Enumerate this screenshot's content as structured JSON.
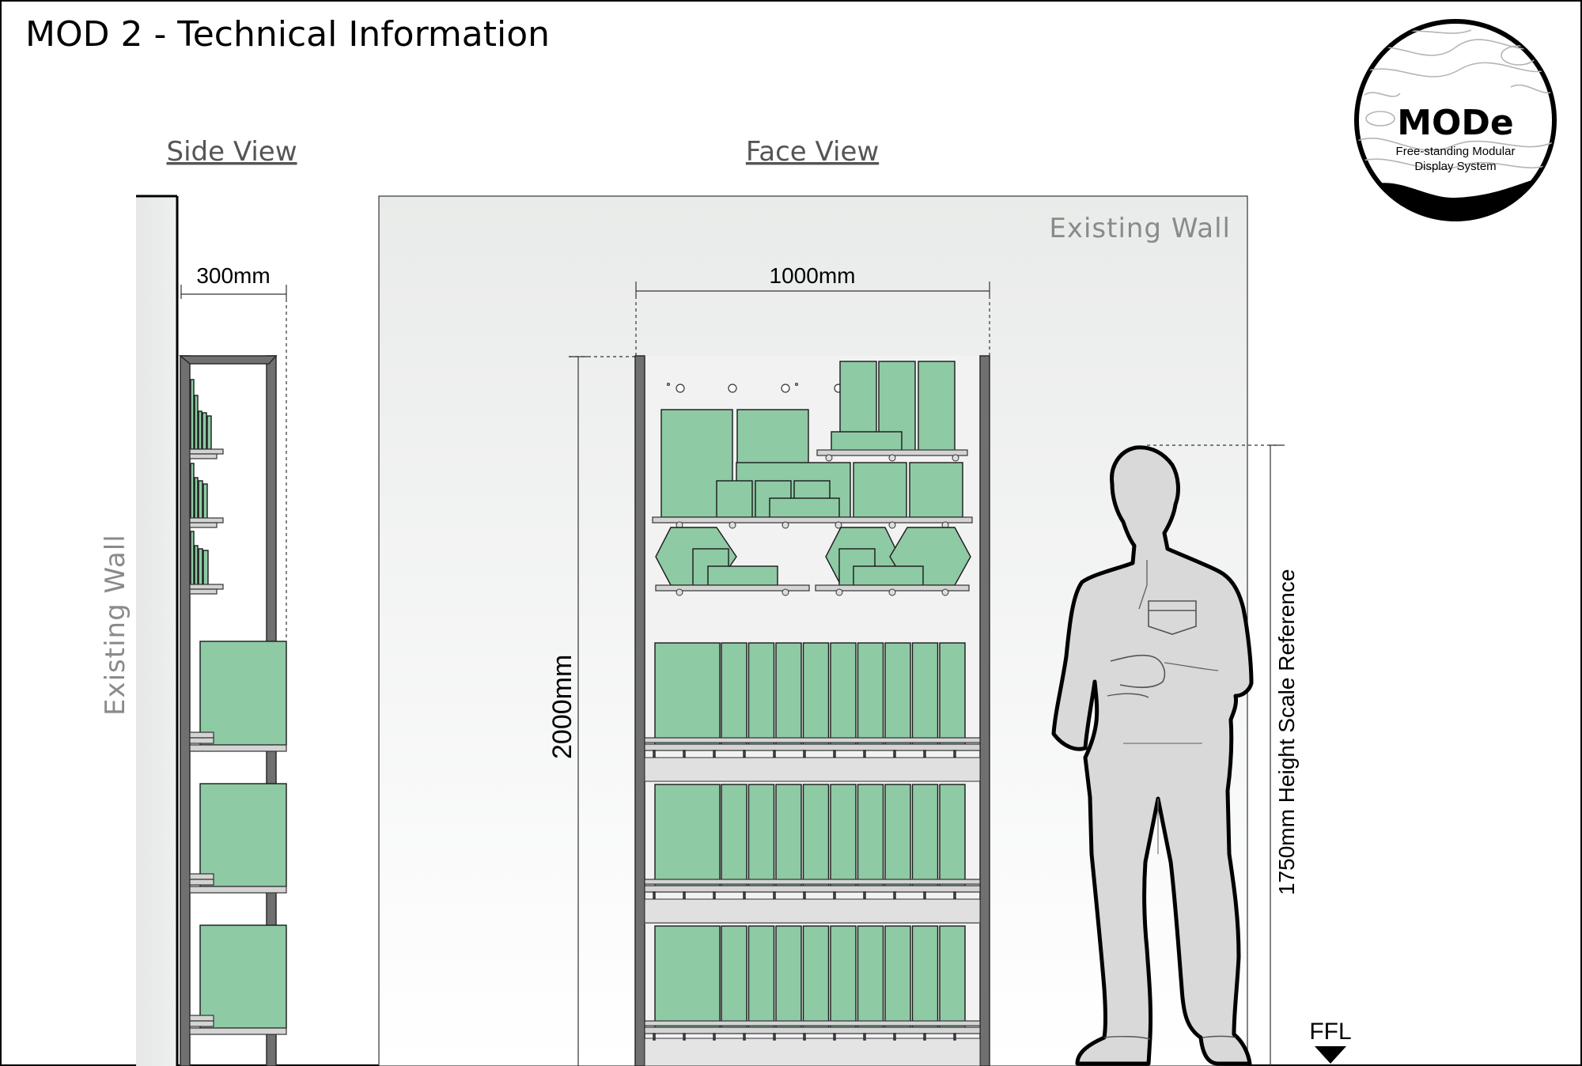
{
  "title": "MOD 2  - Technical Information",
  "logo": {
    "name": "MODe",
    "tagline_line1": "Free-standing Modular",
    "tagline_line2": "Display System"
  },
  "side_view": {
    "heading": "Side View",
    "wall_label": "Existing Wall",
    "depth_dim": "300mm"
  },
  "face_view": {
    "heading": "Face View",
    "wall_label": "Existing Wall",
    "width_dim": "1000mm",
    "height_dim": "2000mm"
  },
  "scale_reference": {
    "label": "1750mm Height Scale Reference"
  },
  "floor_marker": "FFL",
  "colors": {
    "product_green": "#8ecaa4",
    "frame_grey": "#707070",
    "wall_grey": "#ededed",
    "figure_grey": "#d9d9d9"
  }
}
